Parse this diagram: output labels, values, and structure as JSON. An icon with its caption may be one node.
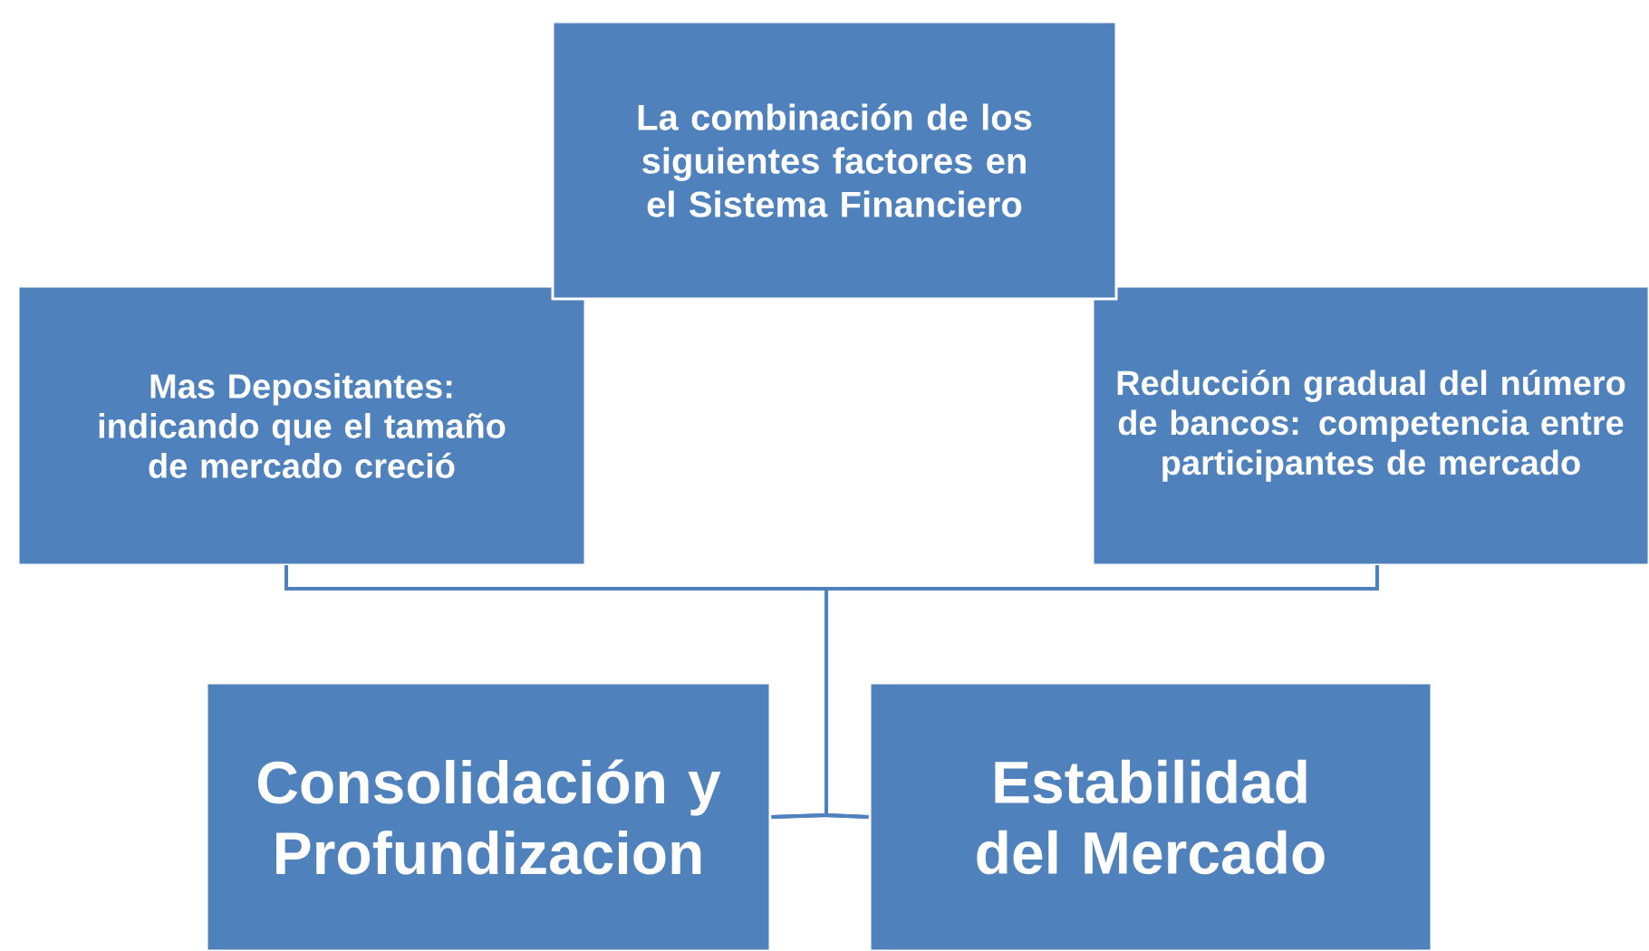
{
  "diagram": {
    "nodes": [
      {
        "text": [
          "La combinación de los siguientes factores en el Sistema Financiero"
        ]
      },
      {
        "text": [
          "Mas Depositantes: indicando que el tamaño de mercado creció"
        ]
      },
      {
        "text": [
          "Reducción gradual del número de bancos: competencia  entre participantes de mercado"
        ]
      },
      {
        "text": [
          "Consolidación y Profundizacion"
        ]
      },
      {
        "text": [
          "Estabilidad del Mercado"
        ]
      }
    ],
    "edges": [
      {
        "from": 1,
        "to": 3,
        "arrow": "none"
      },
      {
        "from": 1,
        "to": 4,
        "arrow": "none"
      },
      {
        "from": 2,
        "to": 3,
        "arrow": "none"
      },
      {
        "from": 2,
        "to": 4,
        "arrow": "none"
      }
    ]
  }
}
